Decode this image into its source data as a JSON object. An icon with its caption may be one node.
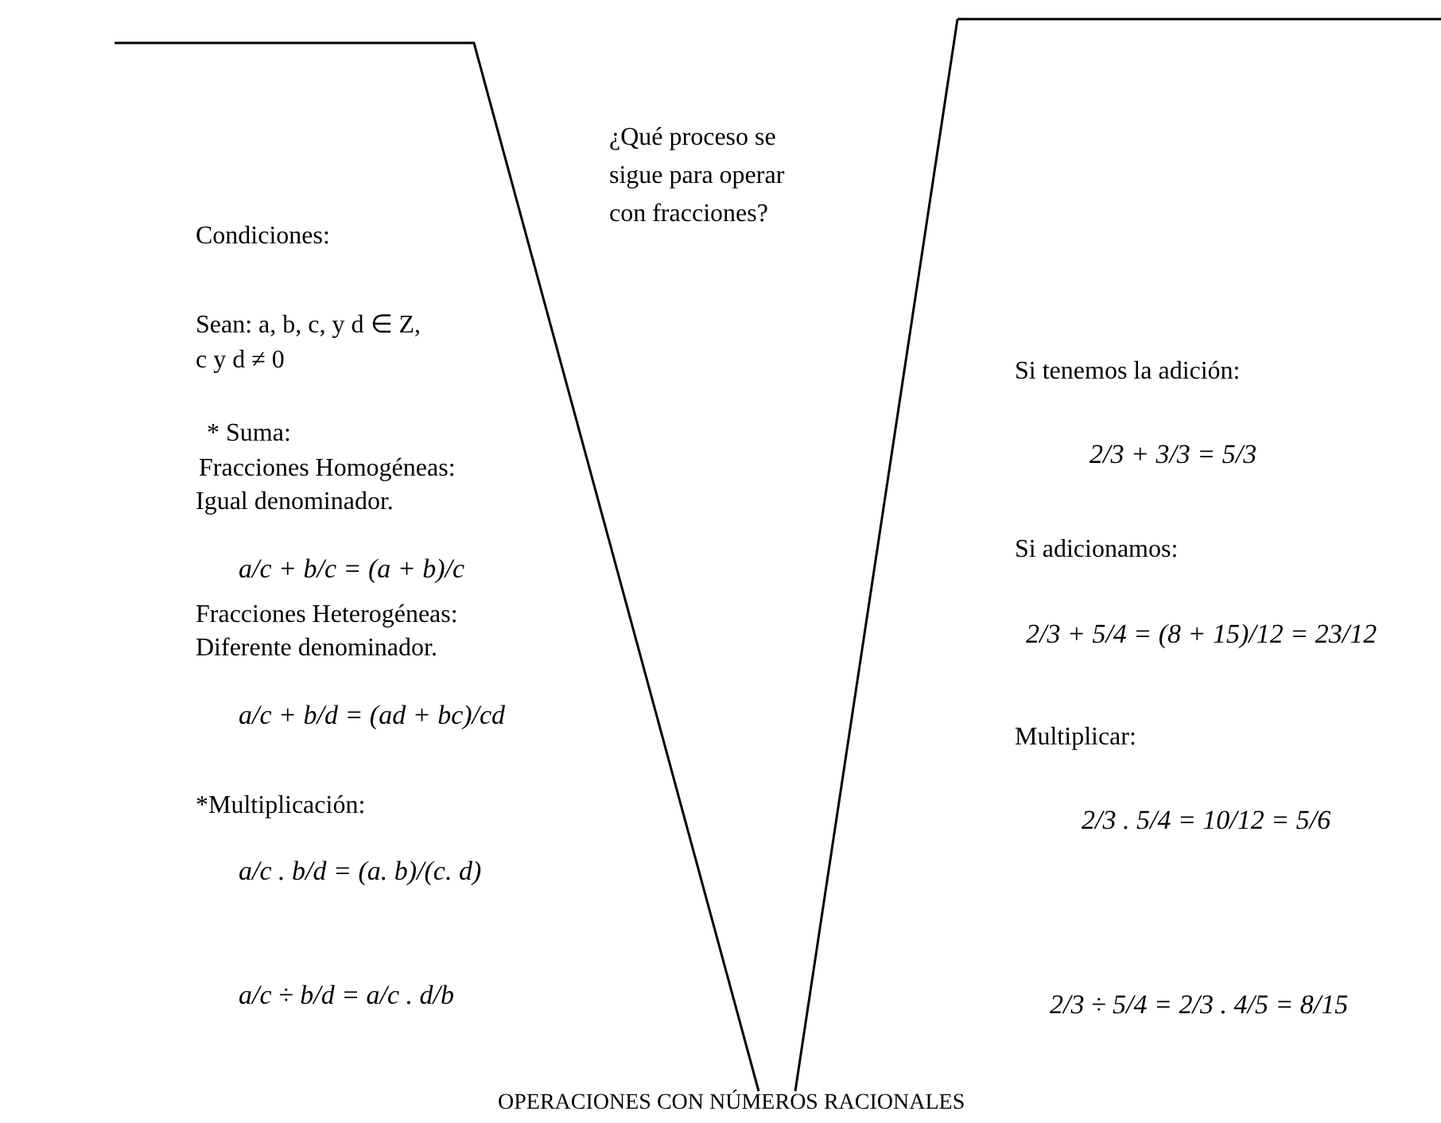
{
  "diagram": {
    "title": "OPERACIONES CON NÚMEROS RACIONALES",
    "labels": [
      "Condiciones:",
      "Sean: a, b, c, y d ∈ Z,",
      "c y d ≠ 0",
      "* Suma:",
      "Fracciones Homogéneas:",
      "Igual denominador.",
      "a/c + b/c = (a + b)/c",
      "Fracciones Heterogéneas:",
      "Diferente denominador.",
      "a/c + b/d = (ad + bc)/cd",
      "*Multiplicación:",
      "a/c . b/d = (a. b)/(c. d)",
      "a/c ÷ b/d = a/c . d/b",
      "¿Qué proceso se sigue para operar con fracciones?",
      "Si tenemos la adición:",
      "2/3 + 3/3 = 5/3",
      "Si adicionamos:",
      "2/3 + 5/4 = (8 + 15)/12 = 23/12",
      "Multiplicar:",
      "2/3 . 5/4 = 10/12 = 5/6",
      "2/3 ÷ 5/4 = 2/3 . 4/5 = 8/15"
    ]
  }
}
